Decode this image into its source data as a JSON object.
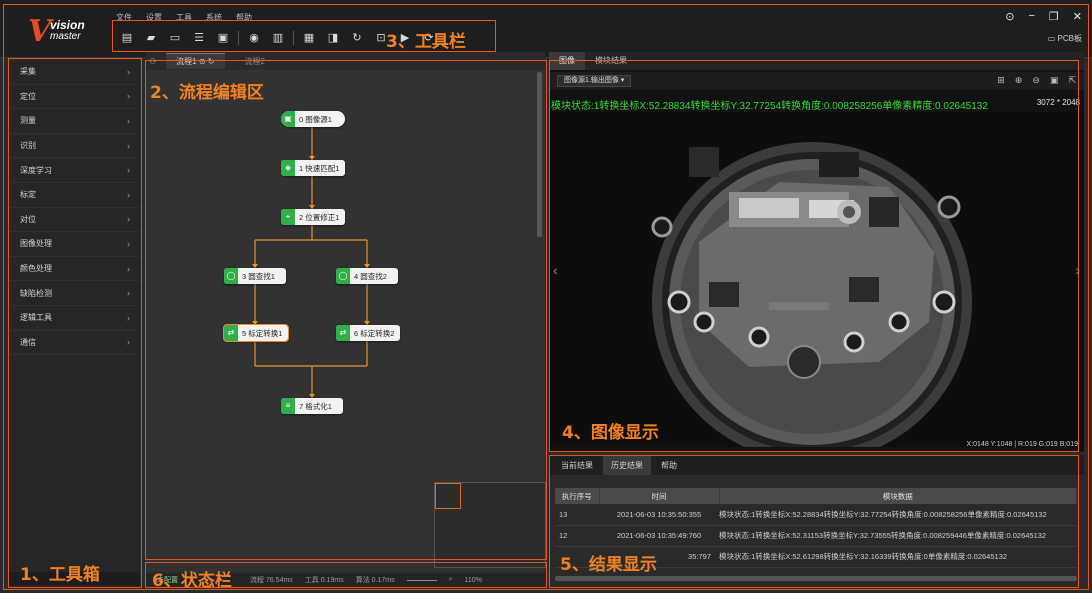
{
  "app": {
    "logo_line1": "vision",
    "logo_line2": "master",
    "menus": [
      "文件",
      "设置",
      "工具",
      "系统",
      "帮助"
    ],
    "window_controls": [
      "⊙",
      "−",
      "❐",
      "✕"
    ],
    "solution_name": "PCB板"
  },
  "toolbox": {
    "categories": [
      "采集",
      "定位",
      "测量",
      "识别",
      "深度学习",
      "标定",
      "对位",
      "图像处理",
      "颜色处理",
      "缺陷检测",
      "逻辑工具",
      "通信"
    ]
  },
  "flow": {
    "tabs": [
      "流程1",
      "流程2"
    ],
    "nodes": [
      {
        "label": "0 图像源1",
        "icon": "▣"
      },
      {
        "label": "1 快速匹配1",
        "icon": "◈"
      },
      {
        "label": "2 位置修正1",
        "icon": "⌖"
      },
      {
        "label": "3 圆查找1",
        "icon": "◯"
      },
      {
        "label": "4 圆查找2",
        "icon": "◯"
      },
      {
        "label": "5 标定转换1",
        "icon": "⇄"
      },
      {
        "label": "6 标定转换2",
        "icon": "⇄"
      },
      {
        "label": "7 格式化1",
        "icon": "≡"
      }
    ]
  },
  "status": {
    "config": "未配置",
    "flow_time": "流程 76.54ms",
    "tool_time": "工具 0.19ms",
    "algo_time": "算法 0.17ms",
    "zoom": "110%"
  },
  "image": {
    "tabs": [
      "图像",
      "模块结果"
    ],
    "source": "图像源1.输出图像",
    "overlay": "模块状态:1转换坐标X:52.28834转换坐标Y:32.77254转换角度:0.008258256单像素精度:0.02645132",
    "size": "3072 * 2048",
    "pixel_info": "X:0148 Y:1048 | R:019 G:019 B:019"
  },
  "results": {
    "tabs": [
      "当前结果",
      "历史结果",
      "帮助"
    ],
    "columns": [
      "执行序号",
      "时间",
      "模块数据"
    ],
    "rows": [
      [
        "13",
        "2021-06-03 10:35:50:355",
        "模块状态:1转换坐标X:52.28834转换坐标Y:32.77254转换角度:0.008258256单像素精度:0.02645132"
      ],
      [
        "12",
        "2021-06-03 10:35:49:760",
        "模块状态:1转换坐标X:52.31153转换坐标Y:32.73555转换角度:0.008259446单像素精度:0.02645132"
      ],
      [
        "",
        "35:797",
        "模块状态:1转换坐标X:52.61298转换坐标Y:32.16339转换角度:0单像素精度:0.02645132"
      ]
    ]
  },
  "annotations": {
    "toolbox": "1、工具箱",
    "flow_editor": "2、流程编辑区",
    "toolbar": "3、工具栏",
    "image_display": "4、图像显示",
    "result_display": "5、结果显示",
    "status_bar": "6、状态栏"
  }
}
